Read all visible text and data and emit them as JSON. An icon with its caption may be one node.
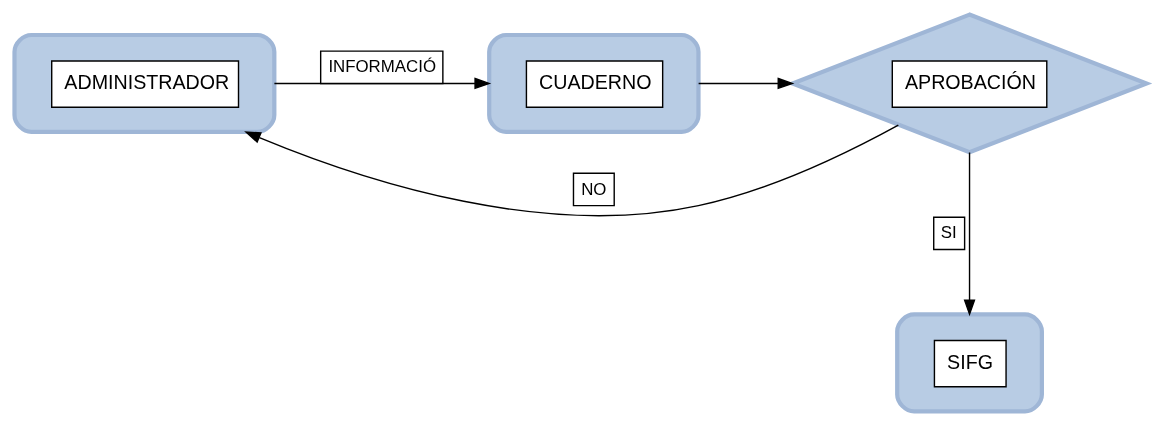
{
  "diagram": {
    "nodes": [
      {
        "text": [
          "ADMINISTRADOR"
        ]
      },
      {
        "text": [
          "CUADERNO"
        ]
      },
      {
        "text": [
          "APROBACIÓN"
        ]
      },
      {
        "text": [
          "SIFG"
        ]
      }
    ],
    "edges": [
      {
        "from": 0,
        "to": 1,
        "arrow": "to",
        "label": "INFORMACIÓ"
      },
      {
        "from": 1,
        "to": 2,
        "arrow": "to"
      },
      {
        "from": 2,
        "to": 0,
        "arrow": "to",
        "label": "NO"
      },
      {
        "from": 2,
        "to": 3,
        "arrow": "to",
        "label": "SI"
      }
    ]
  }
}
